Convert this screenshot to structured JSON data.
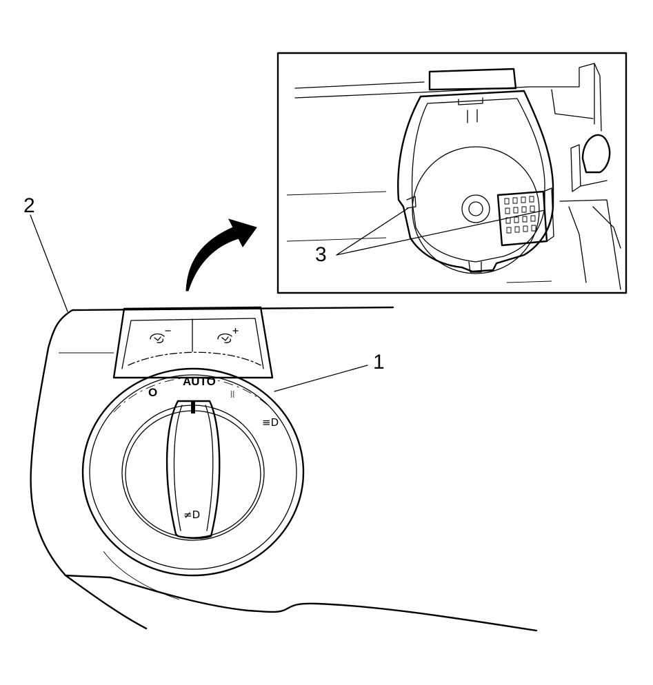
{
  "callouts": {
    "one": "1",
    "two": "2",
    "three": "3"
  },
  "knob": {
    "auto_label": "AUTO",
    "off_label": "O",
    "parking_symbol": "⧘⧙",
    "headlamp_symbol": "≡D",
    "foglamp_symbol": "≠D"
  },
  "colors": {
    "line": "#000000",
    "background": "#ffffff"
  }
}
